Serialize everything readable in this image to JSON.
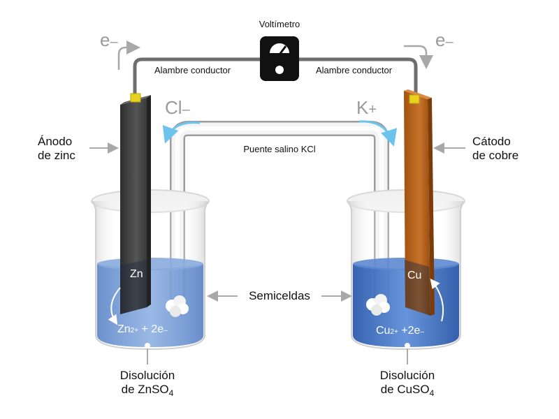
{
  "voltmeter_label": "Voltímetro",
  "wire_left_label": "Alambre conductor",
  "wire_right_label": "Alambre conductor",
  "electron_symbol": "e",
  "electron_charge": "–",
  "anion_symbol": "Cl",
  "anion_charge": "–",
  "cation_symbol": "K",
  "cation_charge": "+",
  "salt_bridge_label": "Puente salino KCl",
  "anode": {
    "line1": "Ánodo",
    "line2": "de zinc"
  },
  "cathode": {
    "line1": "Cátodo",
    "line2": "de cobre"
  },
  "half_cells_label": "Semiceldas",
  "left_cell": {
    "metal": "Zn",
    "ion_text": "Zn",
    "ion_charge": "2+",
    "electrons_text": " + 2e",
    "electrons_charge": "–",
    "solution_line1": "Disolución",
    "solution_line2": "de ZnSO",
    "solution_subscript": "4"
  },
  "right_cell": {
    "metal": "Cu",
    "ion_text": "Cu",
    "ion_charge": "2+",
    "electrons_text": " +2e",
    "electrons_charge": "–",
    "solution_line1": "Disolución",
    "solution_line2": "de CuSO",
    "solution_subscript": "4"
  },
  "colors": {
    "zinc": "#3d3d3d",
    "copper": "#b05d15",
    "clip": "#e8d21f",
    "solution_left": "#6f96d4",
    "solution_right": "#3c6dc2",
    "wire": "#6e6e6e",
    "arrow_blue": "#6cc4ec",
    "arrow_grey": "#a8a8a8"
  }
}
